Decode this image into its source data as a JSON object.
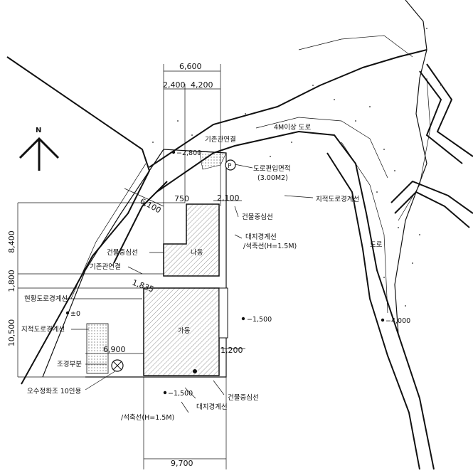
{
  "dimensions": {
    "d6600": "6,600",
    "d2400": "2,400",
    "d4200": "4,200",
    "d6100": "6,100",
    "d750": "750",
    "d2100": "2,100",
    "d8400": "8,400",
    "d1800": "1,800",
    "d10500": "10,500",
    "d1835": "1,835",
    "d6900": "6,900",
    "d1200": "1,200",
    "d9700": "9,700"
  },
  "elevations": {
    "e_2800": "−2,800",
    "e_1500_east": "−1,500",
    "e_0": "±0",
    "e_1500_south": "−1,500",
    "e_4000": "−4,000"
  },
  "labels": {
    "north": "N",
    "parking_symbol": "P",
    "road": "4M이상 도로",
    "existing_access_top": "기존관연결",
    "road_incorporated_area": "도로편입면적",
    "road_incorporated_area_value": "(3.00M2)",
    "cadastral_road_boundary_right": "지적도로경계선",
    "road_small": "도로",
    "building_centerline_upper": "건물중심선",
    "site_boundary_upper": "대지경계선",
    "retaining_wall_upper": "/석축선(H=1.5M)",
    "building_na": "나동",
    "building_centerline_left": "건물중심선",
    "existing_access_left": "기존관연결",
    "current_road_boundary": "현황도로경계선",
    "cadastral_road_boundary_left": "지적도로경계선",
    "building_ga": "가동",
    "landscape_area": "조경부분",
    "septic_tank": "오수정화조 10인용",
    "building_centerline_lower": "건물중심선",
    "site_boundary_lower": "대지경계선",
    "retaining_wall_lower": "/석축선(H=1.5M)"
  }
}
